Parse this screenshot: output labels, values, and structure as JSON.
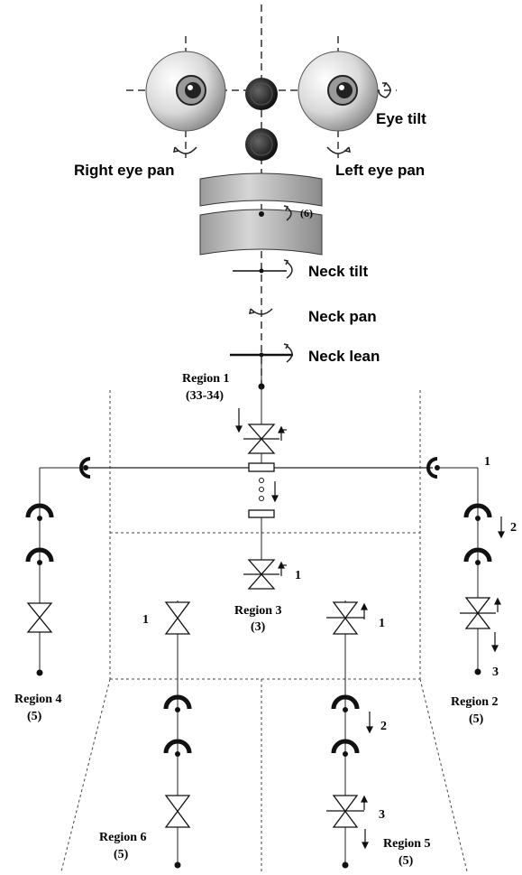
{
  "labels": {
    "eye_tilt": "Eye tilt",
    "right_eye_pan": "Right eye pan",
    "left_eye_pan": "Left eye pan",
    "torso_joints": "(6)",
    "neck_tilt": "Neck tilt",
    "neck_pan": "Neck pan",
    "neck_lean": "Neck lean"
  },
  "regions": {
    "r1": {
      "name": "Region 1",
      "count": "(33-34)"
    },
    "r2": {
      "name": "Region 2",
      "count": "(5)"
    },
    "r3": {
      "name": "Region 3",
      "count": "(3)"
    },
    "r4": {
      "name": "Region 4",
      "count": "(5)"
    },
    "r5": {
      "name": "Region 5",
      "count": "(5)"
    },
    "r6": {
      "name": "Region 6",
      "count": "(5)"
    }
  },
  "joint_numbers": {
    "r1_valve": "1",
    "r2_top": "1",
    "r2_mid": "2",
    "r2_bot": "3",
    "r3_left": "1",
    "r3_right": "1",
    "r5_mid": "2",
    "r5_bot": "3"
  },
  "colors": {
    "line": "#222222",
    "dash": "#555555",
    "cylinder": "#c8c8c8"
  }
}
